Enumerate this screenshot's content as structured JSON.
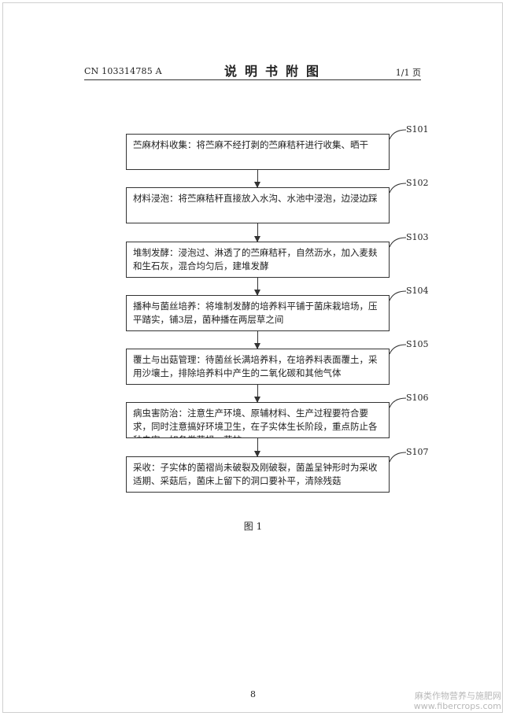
{
  "header": {
    "doc_number": "CN 103314785 A",
    "title": "说明书附图",
    "page_of": "1/1 页"
  },
  "steps": [
    {
      "id": "S101",
      "text": "苎麻材料收集：将苎麻不经打剥的苎麻秸秆进行收集、晒干"
    },
    {
      "id": "S102",
      "text": "材料浸泡：将苎麻秸秆直接放入水沟、水池中浸泡，边浸边踩"
    },
    {
      "id": "S103",
      "text": "堆制发酵：浸泡过、淋透了的苎麻秸秆，自然沥水，加入麦麸和生石灰，混合均匀后，建堆发酵"
    },
    {
      "id": "S104",
      "text": "播种与菌丝培养：将堆制发酵的培养料平铺于菌床栽培场，压平踏实，铺3层，菌种播在两层草之间"
    },
    {
      "id": "S105",
      "text": "覆土与出菇管理：待菌丝长满培养料，在培养料表面覆土，采用沙壤土，排除培养料中产生的二氧化碳和其他气体"
    },
    {
      "id": "S106",
      "text": "病虫害防治：注意生产环境、原辅材料、生产过程要符合要求，同时注意搞好环境卫生，在子实体生长阶段，重点防止各种虫害，如各类菇蝇、菇蚊"
    },
    {
      "id": "S107",
      "text": "采收：子实体的菌褶尚未破裂及刚破裂，菌盖呈钟形时为采收适期、采菇后，菌床上留下的洞口要补平，清除残菇"
    }
  ],
  "figure_caption": "图 1",
  "page_number": "8",
  "watermark": {
    "line1": "麻类作物营养与施肥网",
    "line2": "www.fibercrops.com"
  }
}
